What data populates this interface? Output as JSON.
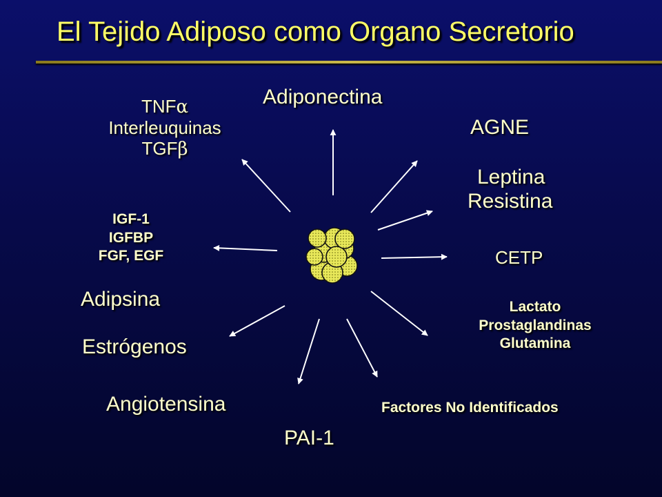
{
  "title": "El Tejido Adiposo como Organo Secretorio",
  "colors": {
    "text": "#ffffcc",
    "title": "#ffff66",
    "cell": "#e8e85a",
    "arrow": "#ffffff"
  },
  "icon": "adipocyte-cluster-icon",
  "labels": {
    "adiponectina": "Adiponectina",
    "agne": "AGNE",
    "leptina": "Leptina",
    "resistina": "Resistina",
    "cetp": "CETP",
    "lactato": "Lactato",
    "prostaglandinas": "Prostaglandinas",
    "glutamina": "Glutamina",
    "factores": "Factores No Identificados",
    "pai1": "PAI-1",
    "angiotensina": "Angiotensina",
    "estrogenos": "Estrógenos",
    "adipsina": "Adipsina",
    "igf1": "IGF-1",
    "igfbp": "IGFBP",
    "fgf_egf": "FGF, EGF",
    "tnf": "TNF",
    "alpha": "α",
    "interleuquinas": "Interleuquinas",
    "tgf": "TGF",
    "beta": "β"
  }
}
